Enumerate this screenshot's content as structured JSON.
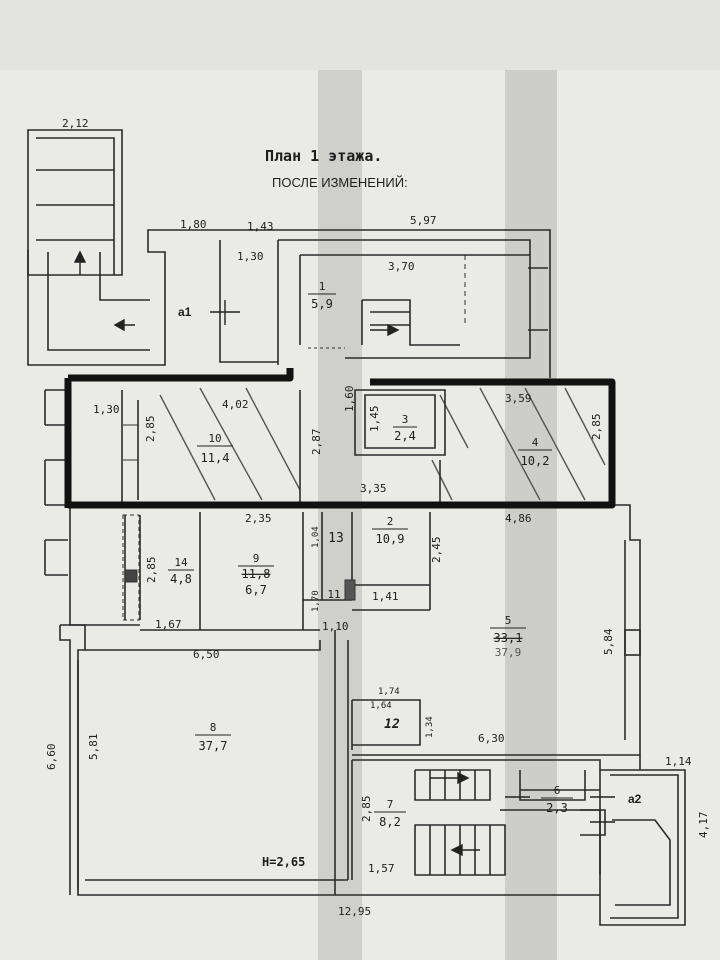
{
  "title": "План 1 этажа.",
  "subtitle": "ПОСЛЕ ИЗМЕНЕНИЙ:",
  "height_label": "Н=2,65",
  "rooms": [
    {
      "number": "1",
      "area": "5,9"
    },
    {
      "number": "2",
      "area": "10,9"
    },
    {
      "number": "3",
      "area": "2,4"
    },
    {
      "number": "4",
      "area": "10,2"
    },
    {
      "number": "5",
      "area": "33,1",
      "area_alt": "37,9"
    },
    {
      "number": "6",
      "area": "2,3"
    },
    {
      "number": "7",
      "area": "8,2"
    },
    {
      "number": "8",
      "area": "37,7"
    },
    {
      "number": "9",
      "area": "11,8",
      "area_alt": "6,7"
    },
    {
      "number": "10",
      "area": "11,4"
    },
    {
      "number": "11",
      "area": ""
    },
    {
      "number": "12",
      "area": ""
    },
    {
      "number": "13",
      "area": ""
    },
    {
      "number": "14",
      "area": "4,8"
    }
  ],
  "labels": {
    "a1": "а1",
    "a2": "а2"
  },
  "dimensions": {
    "d212": "2,12",
    "d180": "1,80",
    "d143": "1,43",
    "d597": "5,97",
    "d130a": "1,30",
    "d370": "3,70",
    "d130b": "1,30",
    "d402": "4,02",
    "d285a": "2,85",
    "d287": "2,87",
    "d160": "1,60",
    "d145": "1,45",
    "d359": "3,59",
    "d285b": "2,85",
    "d335": "3,35",
    "d235": "2,35",
    "d486": "4,86",
    "d104": "1,04",
    "d245": "2,45",
    "d285c": "2,85",
    "d170": "1,70",
    "d141": "1,41",
    "d167": "1,67",
    "d110": "1,10",
    "d650": "6,50",
    "d584": "5,84",
    "d174": "1,74",
    "d164": "1,64",
    "d134": "1,34",
    "d660": "6,60",
    "d581": "5,81",
    "d630": "6,30",
    "d114": "1,14",
    "d285d": "2,85",
    "d417": "4,17",
    "d157": "1,57",
    "d1295": "12,95"
  }
}
